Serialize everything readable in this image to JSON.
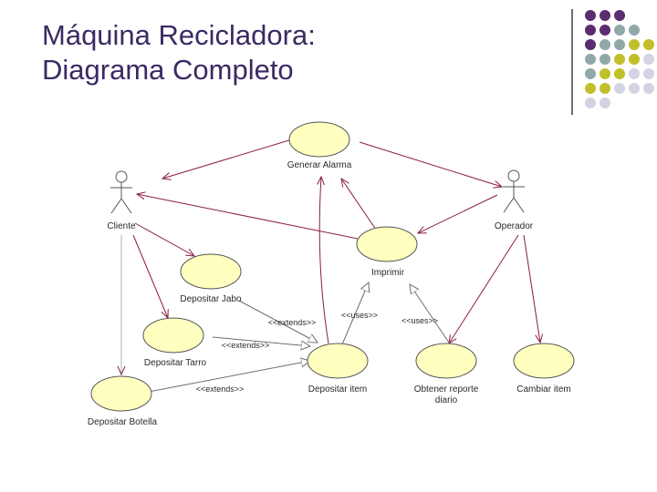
{
  "slide": {
    "title_line1": "Máquina Recicladora:",
    "title_line2": "Diagrama Completo"
  },
  "colors": {
    "title": "#3b2a63",
    "dot_purple": "#5b2c6f",
    "dot_teal": "#8fa9a8",
    "dot_olive": "#c1c02a",
    "dot_lavender": "#d3d3e3",
    "usecase_fill": "#ffffc0",
    "line": "#8a1f3d"
  },
  "diagram": {
    "actors": {
      "cliente": "Cliente",
      "operador": "Operador"
    },
    "use_cases": {
      "generar_alarma": "Generar Alarma",
      "imprimir": "Imprimir",
      "depositar_tarro": "Depositar Tarro",
      "depositar_jabo": "Depositar Jabo",
      "depositar_botella": "Depositar Botella",
      "depositar_item": "Depositar item",
      "obtener_reporte_1": "Obtener reporte",
      "obtener_reporte_2": "diario",
      "cambiar_item": "Cambiar item"
    },
    "relations": {
      "extends_jabo": "<<extends>>",
      "extends_tarro": "<<extends>>",
      "extends_botella": "<<extends>>",
      "uses_item": "<<uses>>",
      "uses_reporte": "<<uses>>"
    }
  }
}
